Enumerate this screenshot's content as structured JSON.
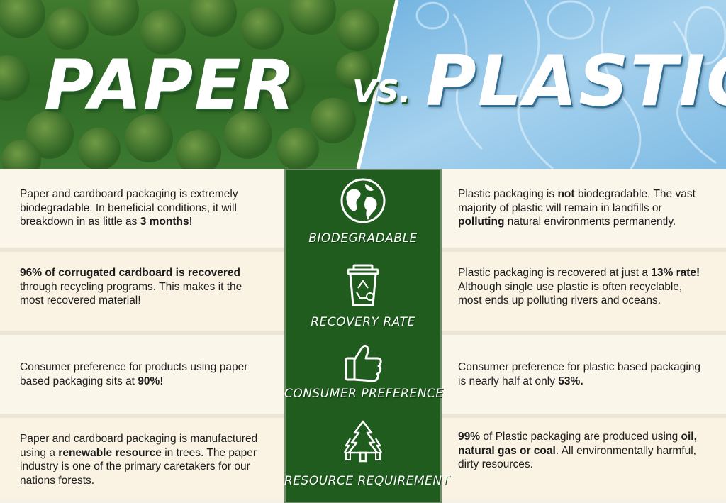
{
  "header": {
    "title_left": "PAPER",
    "title_vs": "VS.",
    "title_right": "PLASTIC"
  },
  "rows": [
    {
      "label": "BIODEGRADABLE",
      "icon": "globe-icon",
      "paper": [
        {
          "t": "Paper and cardboard packaging is extremely biodegradable. In beneficial conditions, it will breakdown in as little as "
        },
        {
          "t": "3 months",
          "b": true
        },
        {
          "t": "!"
        }
      ],
      "plastic": [
        {
          "t": "Plastic packaging is "
        },
        {
          "t": "not",
          "b": true
        },
        {
          "t": " biodegradable. The vast majority of plastic will remain in landfills or "
        },
        {
          "t": "polluting",
          "b": true
        },
        {
          "t": " natural environments permanently."
        }
      ]
    },
    {
      "label": "RECOVERY RATE",
      "icon": "recycle-bin-icon",
      "paper": [
        {
          "t": "96% of corrugated cardboard is recovered",
          "b": true
        },
        {
          "t": " through recycling programs. This makes it the most recovered material!"
        }
      ],
      "plastic": [
        {
          "t": "Plastic packaging is recovered at just a "
        },
        {
          "t": "13% rate!",
          "b": true
        },
        {
          "t": " Although single use plastic is often recyclable, most ends up polluting rivers and oceans."
        }
      ]
    },
    {
      "label": "CONSUMER PREFERENCE",
      "icon": "thumbs-up-icon",
      "paper": [
        {
          "t": "Consumer preference for products using paper based packaging sits at "
        },
        {
          "t": "90%!",
          "b": true
        }
      ],
      "plastic": [
        {
          "t": "Consumer preference for plastic based packaging is nearly half at only "
        },
        {
          "t": "53%.",
          "b": true
        }
      ]
    },
    {
      "label": "RESOURCE REQUIREMENT",
      "icon": "trees-icon",
      "paper": [
        {
          "t": "Paper and cardboard packaging is manufactured using a "
        },
        {
          "t": "renewable resource",
          "b": true
        },
        {
          "t": " in trees. The paper industry is one of the primary caretakers for our nations forests."
        }
      ],
      "plastic": [
        {
          "t": "99%",
          "b": true
        },
        {
          "t": " of Plastic packaging are produced using "
        },
        {
          "t": "oil, natural gas or coal",
          "b": true
        },
        {
          "t": ". All environmentally harmful, dirty resources."
        }
      ]
    }
  ],
  "colors": {
    "forest_green": "#1f5c1d",
    "plastic_blue": "#8fc3e6",
    "panel_cream": "#fbf6ea"
  }
}
